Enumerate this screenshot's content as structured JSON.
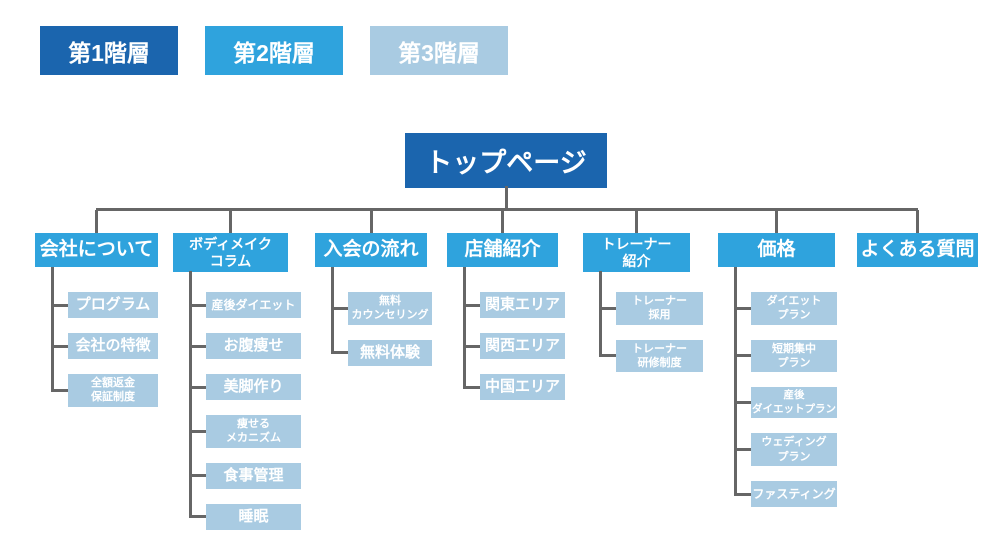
{
  "palette": {
    "level1": "#1b65ae",
    "level2": "#2fa3dd",
    "level3": "#a9cbe2",
    "connector": "#666666",
    "text": "#ffffff"
  },
  "legend": {
    "items": [
      {
        "label": "第1階層",
        "level": 1
      },
      {
        "label": "第2階層",
        "level": 2
      },
      {
        "label": "第3階層",
        "level": 3
      }
    ]
  },
  "tree": {
    "root": "トップページ",
    "columns": [
      {
        "parent": "会社について",
        "children": [
          "プログラム",
          "会社の特徴",
          "全額返金\n保証制度"
        ]
      },
      {
        "parent": "ボディメイク\nコラム",
        "children": [
          "産後ダイエット",
          "お腹痩せ",
          "美脚作り",
          "痩せる\nメカニズム",
          "食事管理",
          "睡眠"
        ]
      },
      {
        "parent": "入会の流れ",
        "children": [
          "無料\nカウンセリング",
          "無料体験"
        ]
      },
      {
        "parent": "店舗紹介",
        "children": [
          "関東エリア",
          "関西エリア",
          "中国エリア"
        ]
      },
      {
        "parent": "トレーナー\n紹介",
        "children": [
          "トレーナー\n採用",
          "トレーナー\n研修制度"
        ]
      },
      {
        "parent": "価格",
        "children": [
          "ダイエット\nプラン",
          "短期集中\nプラン",
          "産後\nダイエットプラン",
          "ウェディング\nプラン",
          "ファスティング"
        ]
      },
      {
        "parent": "よくある質問",
        "children": []
      }
    ]
  }
}
